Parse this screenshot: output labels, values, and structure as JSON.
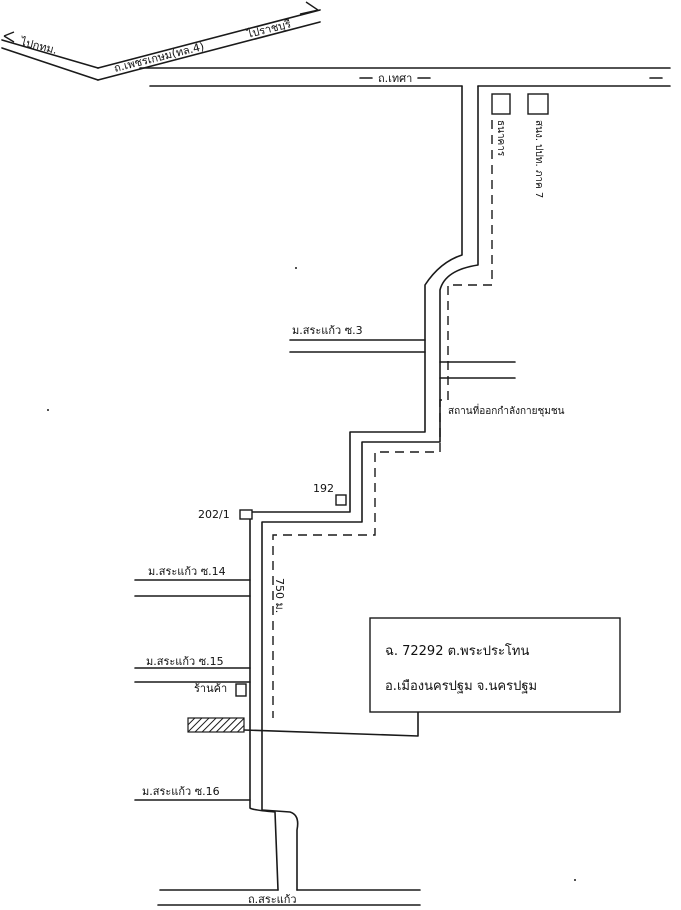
{
  "map": {
    "highway_label": "ถ.เพชรเกษม(ทล.4)",
    "direction_left": "ไปกทม.",
    "direction_right": "ไปราชบุรี",
    "top_road_label": "ถ.เทศา",
    "bottom_road_label": "ถ.สระแก้ว",
    "soi_3_label": "ม.สระแก้ว ซ.3",
    "soi_14_label": "ม.สระแก้ว ซ.14",
    "soi_15_label": "ม.สระแก้ว ซ.15",
    "soi_16_label": "ม.สระแก้ว ซ.16",
    "landmark_1_label": "ธนาคาร",
    "landmark_2_label": "สนง. ปปท. ภาค 7",
    "landmark_fitness_label": "สถานที่ออกกำลังกายชุมชน",
    "house_192_label": "192",
    "house_202_label": "202/1",
    "shop_label": "ร้านค้า",
    "distance_label": "750 ม.",
    "deed_line1": "ฉ. 72292 ต.พระประโทน",
    "deed_line2": "อ.เมืองนครปฐม จ.นครปฐม"
  }
}
